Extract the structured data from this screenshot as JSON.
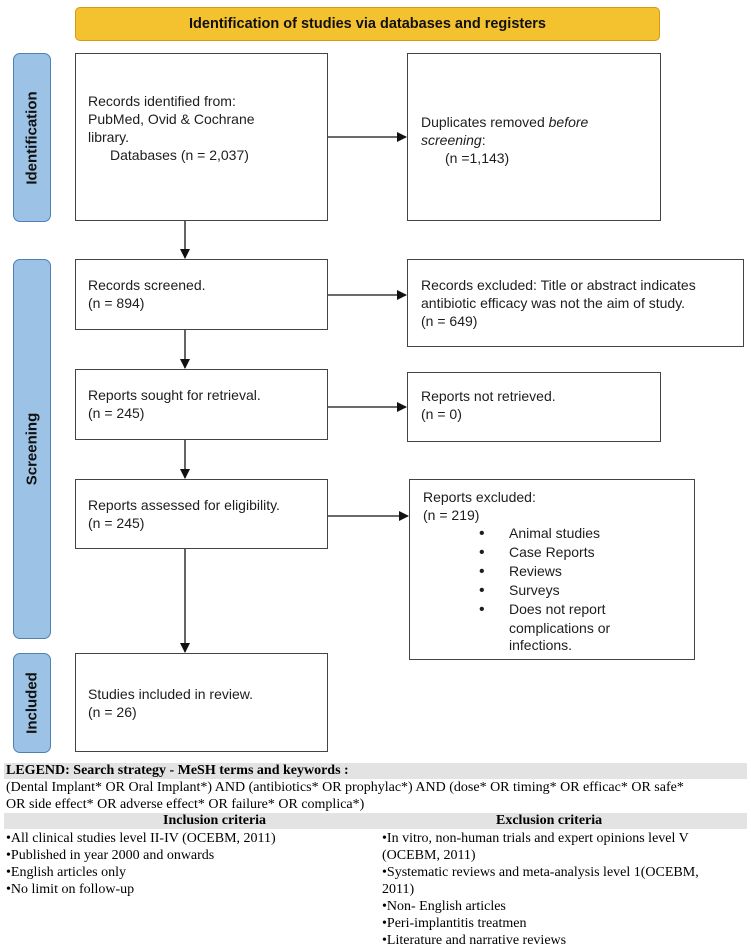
{
  "header": {
    "title": "Identification of studies via databases and registers"
  },
  "stages": {
    "identification": "Identification",
    "screening": "Screening",
    "included": "Included"
  },
  "boxes": {
    "records_identified": {
      "line1": "Records identified from:",
      "line2": "PubMed, Ovid & Cochrane",
      "line3": "library.",
      "line4": "Databases (n = 2,037)"
    },
    "duplicates_removed": {
      "line1": "Duplicates removed",
      "line1_italic": "before",
      "line2_italic": "screening",
      "line2_suffix": ":",
      "line3": "(n =1,143)"
    },
    "records_screened": {
      "line1": "Records screened.",
      "line2": "(n = 894)"
    },
    "records_excluded": {
      "line1": "Records excluded: Title or abstract indicates",
      "line2": "antibiotic efficacy was not the aim of study.",
      "line3": "(n = 649)"
    },
    "reports_sought": {
      "line1": "Reports sought for retrieval.",
      "line2": "(n = 245)"
    },
    "reports_not_retrieved": {
      "line1": "Reports not retrieved.",
      "line2": "(n = 0)"
    },
    "reports_assessed": {
      "line1": "Reports assessed for eligibility.",
      "line2": "(n = 245)"
    },
    "reports_excluded": {
      "line1": "Reports excluded:",
      "line2": "(n = 219)",
      "items": [
        "Animal studies",
        "Case Reports",
        "Reviews",
        "Surveys",
        "Does not report",
        "complications or",
        "infections."
      ]
    },
    "studies_included": {
      "line1": "Studies included in review.",
      "line2": "(n = 26)"
    }
  },
  "legend": {
    "label": "LEGEND",
    "title": ": Search strategy - MeSH terms and keywords :",
    "query_line1": "(Dental Implant* OR Oral Implant*) AND (antibiotics* OR prophylac*) AND (dose* OR timing* OR efficac* OR safe*",
    "query_line2": "OR side effect* OR adverse effect* OR failure* OR complica*)",
    "inclusion_header": "Inclusion criteria",
    "exclusion_header": "Exclusion criteria",
    "inclusion": [
      "•All clinical studies level II-IV (OCEBM, 2011)",
      "•Published in year 2000 and onwards",
      "•English articles only",
      "•No limit on follow-up"
    ],
    "exclusion": [
      "•In vitro, non-human trials and expert opinions level V",
      "(OCEBM, 2011)",
      "•Systematic reviews and meta-analysis level 1(OCEBM,",
      "2011)",
      "•Non- English articles",
      "•Peri-implantitis treatmen",
      "•Literature and narrative reviews"
    ]
  }
}
